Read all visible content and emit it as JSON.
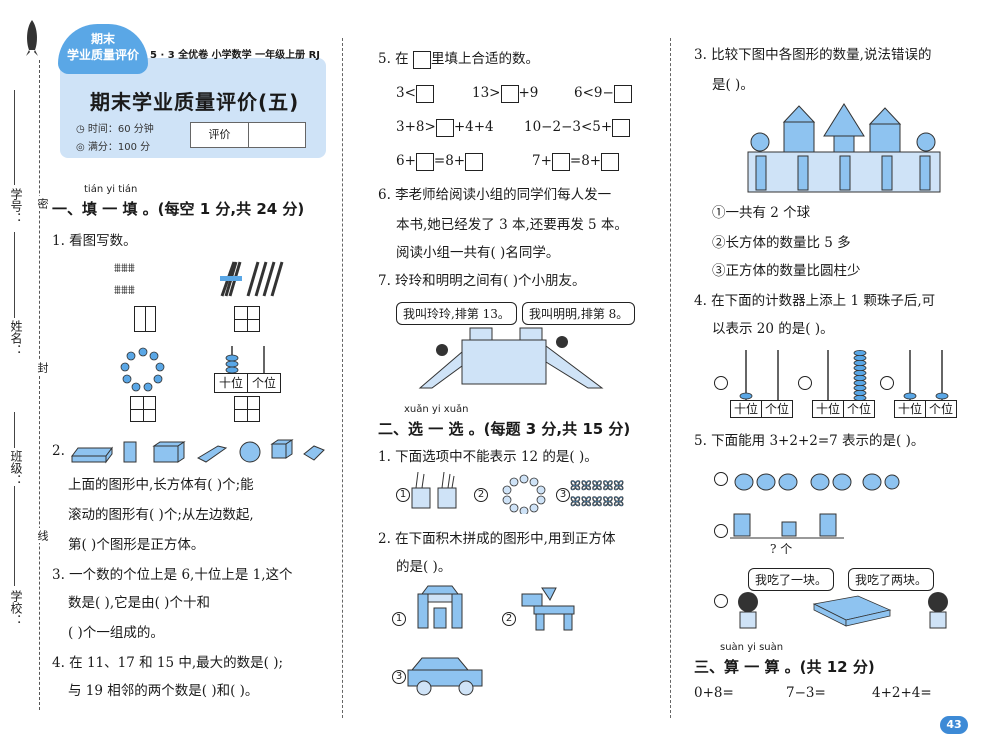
{
  "binding": {
    "xuehao": "学号：",
    "xingming": "姓名：",
    "banji": "班级：",
    "xuexiao": "学校：",
    "mi": "密",
    "feng": "封",
    "xian": "线"
  },
  "header": {
    "badge_line1": "期末",
    "badge_line2": "学业质量评价",
    "series": "5 · 3 全优卷  小学数学  一年级上册  RJ",
    "title": "期末学业质量评价(五)",
    "time": "时间：60 分钟",
    "score": "满分：100 分",
    "eval_label": "评价"
  },
  "section1": {
    "pinyin": "tián yi tián",
    "heading": "一、填 一 填 。(每空 1 分,共 24 分)",
    "q1": "1. 看图写数。",
    "place_tens": "十位",
    "place_ones": "个位",
    "q2_line1": "上面的图形中,长方体有(     )个;能",
    "q2_line2": "滚动的图形有(     )个;从左边数起,",
    "q2_line3": "第(     )个图形是正方体。",
    "q3_line1": "3. 一个数的个位上是 6,十位上是 1,这个",
    "q3_line2": "数是(     ),它是由(     )个十和",
    "q3_line3": "(     )个一组成的。",
    "q4_line1": "4. 在 11、17 和 15 中,最大的数是(     );",
    "q4_line2": "与 19 相邻的两个数是(     )和(     )。",
    "q2_num": "2."
  },
  "middle": {
    "q5": "5. 在",
    "q5_tail": "里填上合适的数。",
    "r1a": "3<",
    "r1b": "13>",
    "r1b2": "+9",
    "r1c": "6<9−",
    "r2a": "3+8>",
    "r2a2": "+4+4",
    "r2b": "10−2−3<5+",
    "r3a": "6+",
    "r3a2": "=8+",
    "r3b": "7+",
    "r3b2": "=8+",
    "q6_line1": "6. 李老师给阅读小组的同学们每人发一",
    "q6_line2": "本书,她已经发了 3 本,还要再发 5 本。",
    "q6_line3": "阅读小组一共有(     )名同学。",
    "q7": "7. 玲玲和明明之间有(     )个小朋友。",
    "bubble1": "我叫玲玲,排第 13。",
    "bubble2": "我叫明明,排第 8。",
    "s2_pinyin": "xuǎn yi xuǎn",
    "s2_heading": "二、选 一 选 。(每题 3 分,共 15 分)",
    "s2q1": "1. 下面选项中不能表示 12 的是(     )。",
    "s2q2_line1": "2. 在下面积木拼成的图形中,用到正方体",
    "s2q2_line2": "的是(     )。",
    "opt1": "1",
    "opt2": "2",
    "opt3": "3"
  },
  "right": {
    "q3_line1": "3. 比较下图中各图形的数量,说法错误的",
    "q3_line2": "是(     )。",
    "q3_o1": "①一共有 2 个球",
    "q3_o2": "②长方体的数量比 5 多",
    "q3_o3": "③正方体的数量比圆柱少",
    "q4_line1": "4. 在下面的计数器上添上 1 颗珠子后,可",
    "q4_line2": "以表示 20 的是(     )。",
    "q5": "5. 下面能用 3+2+2=7 表示的是(     )。",
    "q5_unknown": "? 个",
    "bubble_a": "我吃了一块。",
    "bubble_b": "我吃了两块。",
    "s3_pinyin": "suàn yi suàn",
    "s3_heading": "三、算 一 算 。(共 12 分)",
    "calc1": "0+8=",
    "calc2": "7−3=",
    "calc3": "4+2+4=",
    "page": "43"
  }
}
